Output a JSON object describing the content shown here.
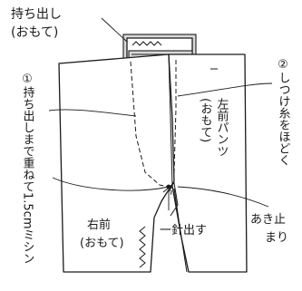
{
  "labels": {
    "fly_line1": "持ち出し",
    "fly_line2": "(おもて)",
    "step1": "①持ち出しまで重ねて1.5cmミシン",
    "step2": "②しつけ糸をほどく",
    "left_front_col1": "左前パンツ",
    "left_front_col2": "(おもて)",
    "right_front_line1": "右前",
    "right_front_line2": "(おもて)",
    "one_stitch": "一針出す",
    "opening_end_line1": "あき止",
    "opening_end_line2": "まり"
  }
}
